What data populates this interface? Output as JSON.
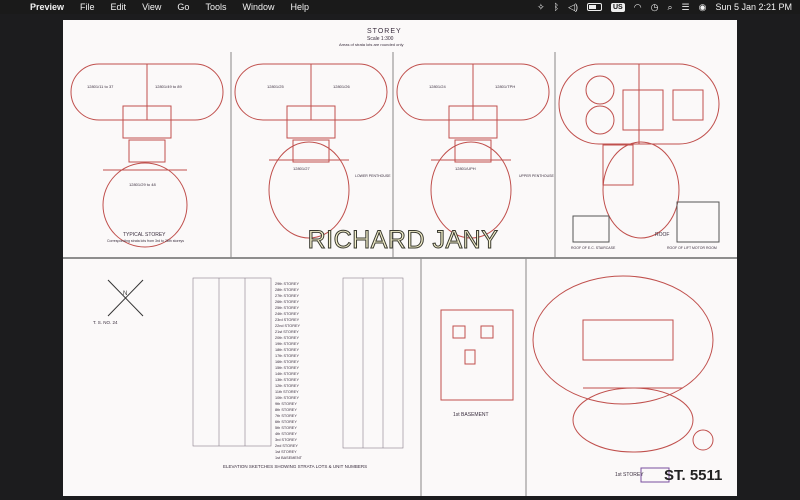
{
  "menubar": {
    "app_name": "Preview",
    "items": [
      "File",
      "Edit",
      "View",
      "Go",
      "Tools",
      "Window",
      "Help"
    ],
    "input_source": "US",
    "datetime": "Sun 5 Jan  2:21 PM",
    "icons": [
      "apple-icon",
      "wand-icon",
      "bluetooth-icon",
      "sound-icon",
      "battery-icon",
      "wifi-icon",
      "clock-icon",
      "search-icon",
      "control-center-icon",
      "siri-icon"
    ]
  },
  "document": {
    "sheet_title": "STOREY",
    "scale_note": "Scale 1:300",
    "areas_note": "Areas of strata lots are rounded only",
    "overlay_text": "RICHARD JANY",
    "labels": {
      "typical": "TYPICAL STOREY",
      "typical_note": "Corresponding strata lots from 3rd to 28th storeys",
      "roof": "ROOF",
      "roof_lift": "ROOF OF LIFT MOTOR ROOM",
      "roof_ec": "ROOF OF E.C. STAIRCASE",
      "upper_penthouse": "UPPER PENTHOUSE",
      "lower_penthouse": "LOWER PENTHOUSE",
      "elevation": "ELEVATION SKETCHES SHOWING STRATA LOTS & UNIT NUMBERS",
      "basement": "1st BASEMENT",
      "first_storey": "1st STOREY",
      "ts": "T. S. NO. 24",
      "sheet_no": "ST. 5511"
    },
    "unit_labels": [
      "12801/11 to 37",
      "12801/49 to 89",
      "12801/29 to 48",
      "12801/25",
      "12801/26",
      "12801/27",
      "12801/24",
      "12801/TPH",
      "12801/UPH"
    ],
    "storey_rows": [
      "29th STOREY",
      "28th STOREY",
      "27th STOREY",
      "26th STOREY",
      "25th STOREY",
      "24th STOREY",
      "23rd STOREY",
      "22nd STOREY",
      "21st STOREY",
      "20th STOREY",
      "19th STOREY",
      "18th STOREY",
      "17th STOREY",
      "16th STOREY",
      "15th STOREY",
      "14th STOREY",
      "13th STOREY",
      "12th STOREY",
      "11th STOREY",
      "10th STOREY",
      "9th STOREY",
      "8th STOREY",
      "7th STOREY",
      "6th STOREY",
      "5th STOREY",
      "4th STOREY",
      "3rd STOREY",
      "2nd STOREY",
      "1st STOREY",
      "1st BASEMENT"
    ]
  }
}
